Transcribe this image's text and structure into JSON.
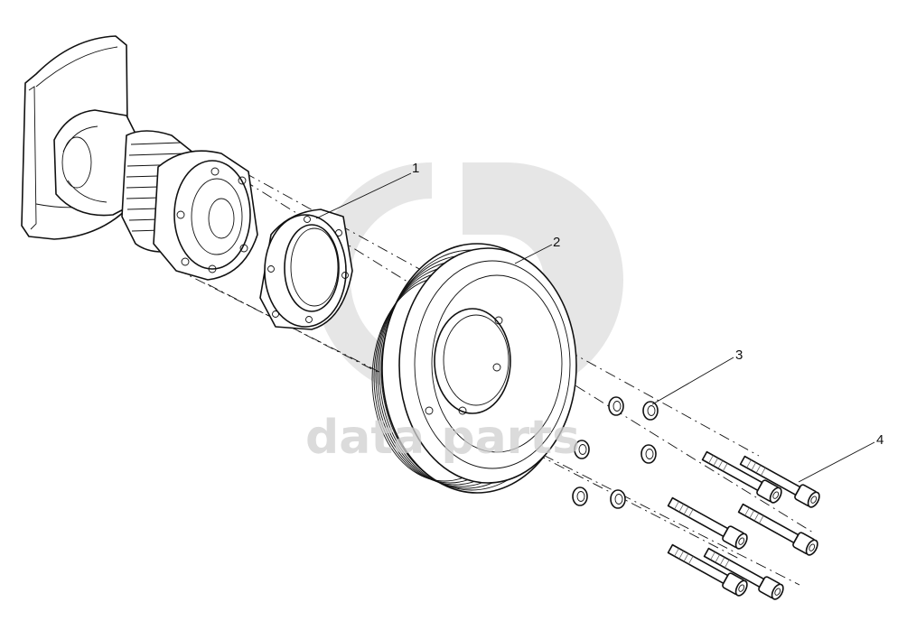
{
  "watermark": {
    "text": "data parts",
    "color": "#cfcfcf"
  },
  "callouts": [
    {
      "id": "1",
      "label": "1"
    },
    {
      "id": "2",
      "label": "2"
    },
    {
      "id": "3",
      "label": "3"
    },
    {
      "id": "4",
      "label": "4"
    }
  ],
  "colors": {
    "line": "#111111",
    "background": "#ffffff",
    "watermark": "#cfcfcf"
  }
}
